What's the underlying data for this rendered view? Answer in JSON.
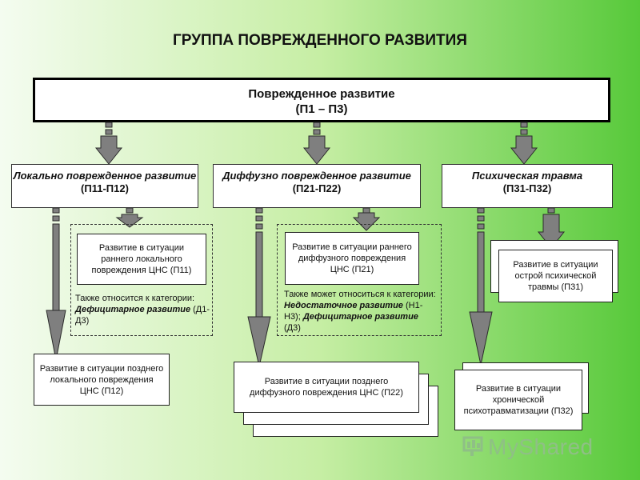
{
  "title": "ГРУППА ПОВРЕЖДЕННОГО РАЗВИТИЯ",
  "main": {
    "line1": "Поврежденное развитие",
    "line2": "(П1 – П3)"
  },
  "categories": [
    {
      "label_italic": "Локально поврежденное развитие",
      "code": "(П11-П12)"
    },
    {
      "label_italic": "Диффузно поврежденное развитие",
      "code": "(П21-П22)"
    },
    {
      "label": "Психическая травма",
      "code": "(П31-П32)"
    }
  ],
  "col1": {
    "early": "Развитие в ситуации раннего локального повреждения ЦНС  (П11)",
    "note_plain": "Также относится к категории: ",
    "note_bold": "Дефицитарное развитие",
    "note_tail": " (Д1-Д3)",
    "late": "Развитие в ситуации позднего локального повреждения ЦНС (П12)"
  },
  "col2": {
    "early": "Развитие в ситуации раннего диффузного повреждения ЦНС (П21)",
    "note_plain": "Также может относиться к категории: ",
    "note_bold1": "Недостаточное развитие",
    "note_mid": " (Н1-Н3); ",
    "note_bold2": "Дефицитарное развитие",
    "note_tail": " (Д3)",
    "late": "Развитие в ситуации  позднего диффузного повреждения ЦНС (П22)"
  },
  "col3": {
    "acute": "Развитие в ситуации острой психической травмы (П31)",
    "chronic": "Развитие в ситуации хронической психотравматизации (П32)"
  },
  "logo": {
    "text": "MyShared"
  },
  "colors": {
    "arrow_fill": "#7f7f7f",
    "arrow_stroke": "#2b2b2b"
  }
}
